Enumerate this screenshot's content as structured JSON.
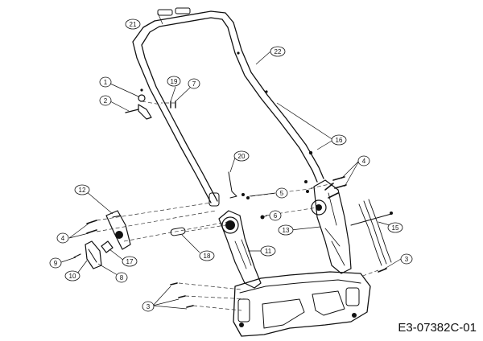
{
  "drawing_number": "E3-07382C-01",
  "callouts": {
    "c1": "1",
    "c2": "2",
    "c3a": "3",
    "c3b": "3",
    "c4a": "4",
    "c4b": "4",
    "c5": "5",
    "c6": "6",
    "c7": "7",
    "c8": "8",
    "c9": "9",
    "c10": "10",
    "c11": "11",
    "c12": "12",
    "c13": "13",
    "c15": "15",
    "c16": "16",
    "c17": "17",
    "c18": "18",
    "c19": "19",
    "c20": "20",
    "c21": "21",
    "c22": "22"
  }
}
